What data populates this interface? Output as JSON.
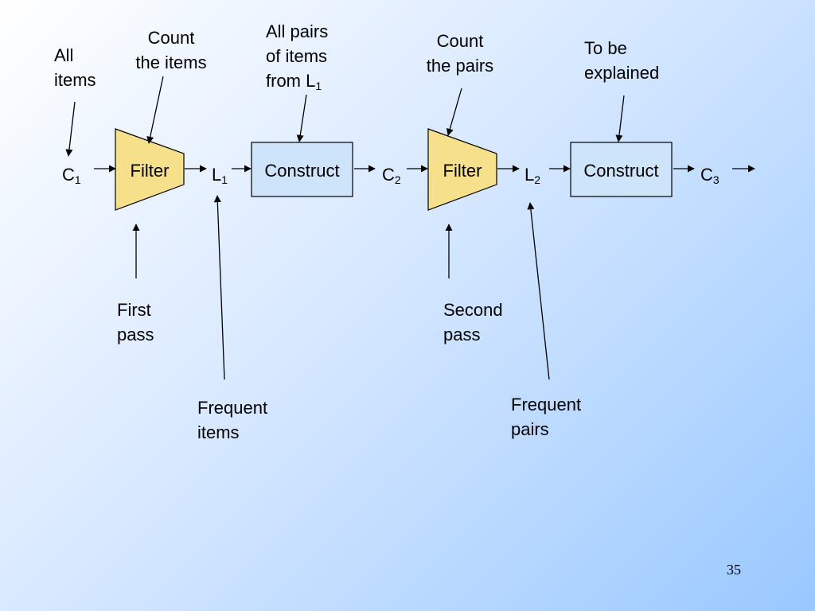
{
  "labels": {
    "all_items": [
      "All",
      "items"
    ],
    "count_items": [
      "Count",
      "the items"
    ],
    "all_pairs": [
      "All pairs",
      "of items",
      "from L"
    ],
    "all_pairs_sub": "1",
    "count_pairs": [
      "Count",
      "the pairs"
    ],
    "to_be_explained": [
      "To be",
      "explained"
    ],
    "first_pass": [
      "First",
      "pass"
    ],
    "frequent_items": [
      "Frequent",
      "items"
    ],
    "second_pass": [
      "Second",
      "pass"
    ],
    "frequent_pairs": [
      "Frequent",
      "pairs"
    ]
  },
  "nodes": {
    "c1": {
      "main": "C",
      "sub": "1"
    },
    "l1": {
      "main": "L",
      "sub": "1"
    },
    "c2": {
      "main": "C",
      "sub": "2"
    },
    "l2": {
      "main": "L",
      "sub": "2"
    },
    "c3": {
      "main": "C",
      "sub": "3"
    }
  },
  "blocks": {
    "filter1": "Filter",
    "construct1": "Construct",
    "filter2": "Filter",
    "construct2": "Construct"
  },
  "colors": {
    "filter_fill": "#f7e08c",
    "construct_fill": "#cde4fb",
    "stroke": "#000000"
  },
  "page_number": "35"
}
